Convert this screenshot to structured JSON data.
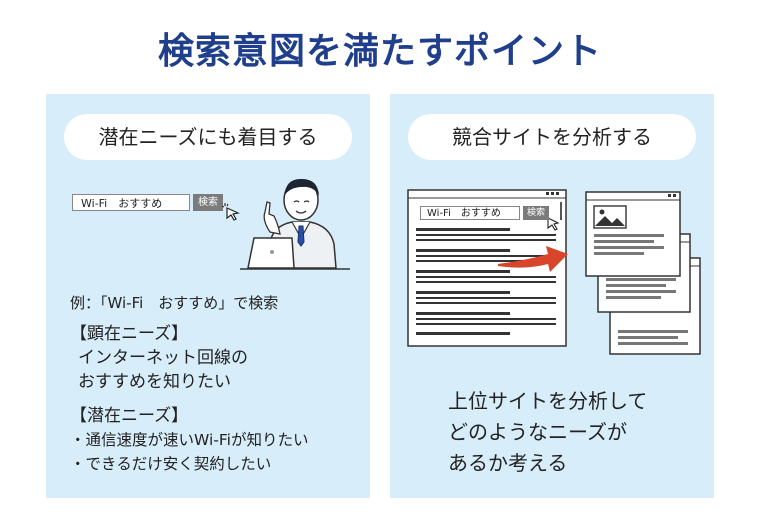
{
  "title": "検索意図を満たすポイント",
  "left_panel": {
    "heading": "潜在ニーズにも着目する",
    "search_query": "Wi-Fi　おすすめ",
    "search_button": "検索",
    "example_text": "例：「Wi-Fi　おすすめ」で検索",
    "manifest": {
      "head": "【顕在ニーズ】",
      "lines": [
        "インターネット回線の",
        "おすすめを知りたい"
      ]
    },
    "latent": {
      "head": "【潜在ニーズ】",
      "bullets": [
        "・通信速度が速いWi-Fiが知りたい",
        "・できるだけ安く契約したい"
      ]
    }
  },
  "right_panel": {
    "heading": "競合サイトを分析する",
    "search_query": "Wi-Fi　おすすめ",
    "search_button": "検索",
    "caption_lines": [
      "上位サイトを分析して",
      "どのようなニーズが",
      "あるか考える"
    ]
  },
  "colors": {
    "title": "#1f3f8c",
    "panel_bg": "#d7edf9",
    "arrow": "#d9452b",
    "tie": "#2a4fa8"
  },
  "icons": [
    "cursor-icon",
    "businessman-illustration",
    "laptop-icon",
    "red-arrow-icon",
    "image-placeholder-icon"
  ]
}
